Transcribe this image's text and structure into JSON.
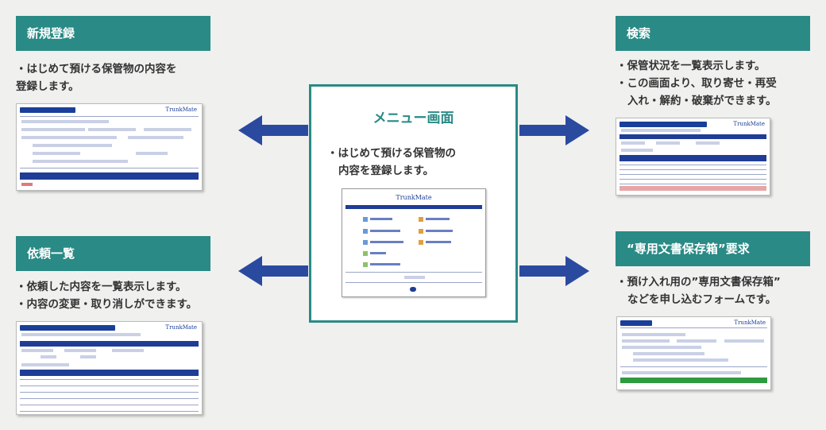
{
  "center": {
    "title": "メニュー画面",
    "desc": [
      "・はじめて預ける保管物の",
      "内容を登録します。"
    ],
    "screenshot_logo": "TrunkMate"
  },
  "sections": {
    "new_registration": {
      "title": "新規登録",
      "desc": [
        "・はじめて預ける保管物の内容を",
        "登録します。"
      ],
      "screenshot_logo": "TrunkMate"
    },
    "search": {
      "title": "検索",
      "desc": [
        "・保管状況を一覧表示します。",
        "・この画面より、取り寄せ・再受",
        "入れ・解約・破棄ができます。"
      ],
      "screenshot_logo": "TrunkMate"
    },
    "request_list": {
      "title": "依頼一覧",
      "desc": [
        "・依頼した内容を一覧表示します。",
        "・内容の変更・取り消しができます。"
      ],
      "screenshot_logo": "TrunkMate"
    },
    "box_request": {
      "title": "“専用文書保存箱”要求",
      "desc": [
        "・預け入れ用の”専用文書保存箱”",
        "などを申し込むフォームです。"
      ],
      "screenshot_logo": "TrunkMate"
    }
  },
  "colors": {
    "header_bg": "#2a8a85",
    "arrow": "#2a4aa0",
    "background": "#f0f0ef"
  }
}
